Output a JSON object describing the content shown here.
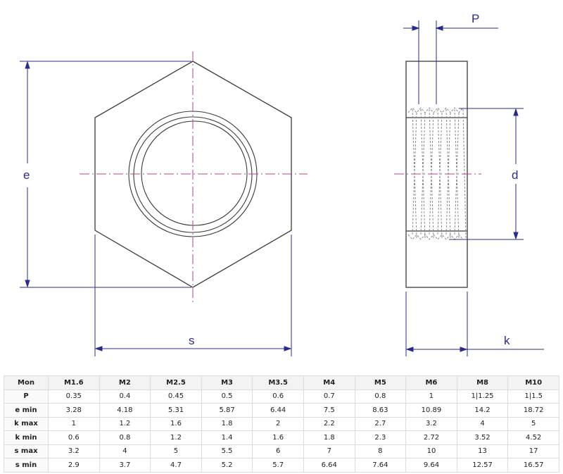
{
  "drawing": {
    "front_view": {
      "labels": {
        "e": "e",
        "s": "s"
      }
    },
    "side_view": {
      "labels": {
        "P": "P",
        "d": "d",
        "k": "k"
      }
    },
    "colors": {
      "outline": "#3a3a3a",
      "dimension": "#2b2b8c",
      "centerline": "#b0458e"
    }
  },
  "table": {
    "headers": [
      "Mon",
      "M1.6",
      "M2",
      "M2.5",
      "M3",
      "M3.5",
      "M4",
      "M5",
      "M6",
      "M8",
      "M10"
    ],
    "rows": [
      {
        "label": "P",
        "values": [
          "0.35",
          "0.4",
          "0.45",
          "0.5",
          "0.6",
          "0.7",
          "0.8",
          "1",
          "1|1.25",
          "1|1.5"
        ]
      },
      {
        "label": "e min",
        "values": [
          "3.28",
          "4.18",
          "5.31",
          "5.87",
          "6.44",
          "7.5",
          "8.63",
          "10.89",
          "14.2",
          "18.72"
        ]
      },
      {
        "label": "k max",
        "values": [
          "1",
          "1.2",
          "1.6",
          "1.8",
          "2",
          "2.2",
          "2.7",
          "3.2",
          "4",
          "5"
        ]
      },
      {
        "label": "k min",
        "values": [
          "0.6",
          "0.8",
          "1.2",
          "1.4",
          "1.6",
          "1.8",
          "2.3",
          "2.72",
          "3.52",
          "4.52"
        ]
      },
      {
        "label": "s max",
        "values": [
          "3.2",
          "4",
          "5",
          "5.5",
          "6",
          "7",
          "8",
          "10",
          "13",
          "17"
        ]
      },
      {
        "label": "s min",
        "values": [
          "2.9",
          "3.7",
          "4.7",
          "5.2",
          "5.7",
          "6.64",
          "7.64",
          "9.64",
          "12.57",
          "16.57"
        ]
      }
    ]
  }
}
